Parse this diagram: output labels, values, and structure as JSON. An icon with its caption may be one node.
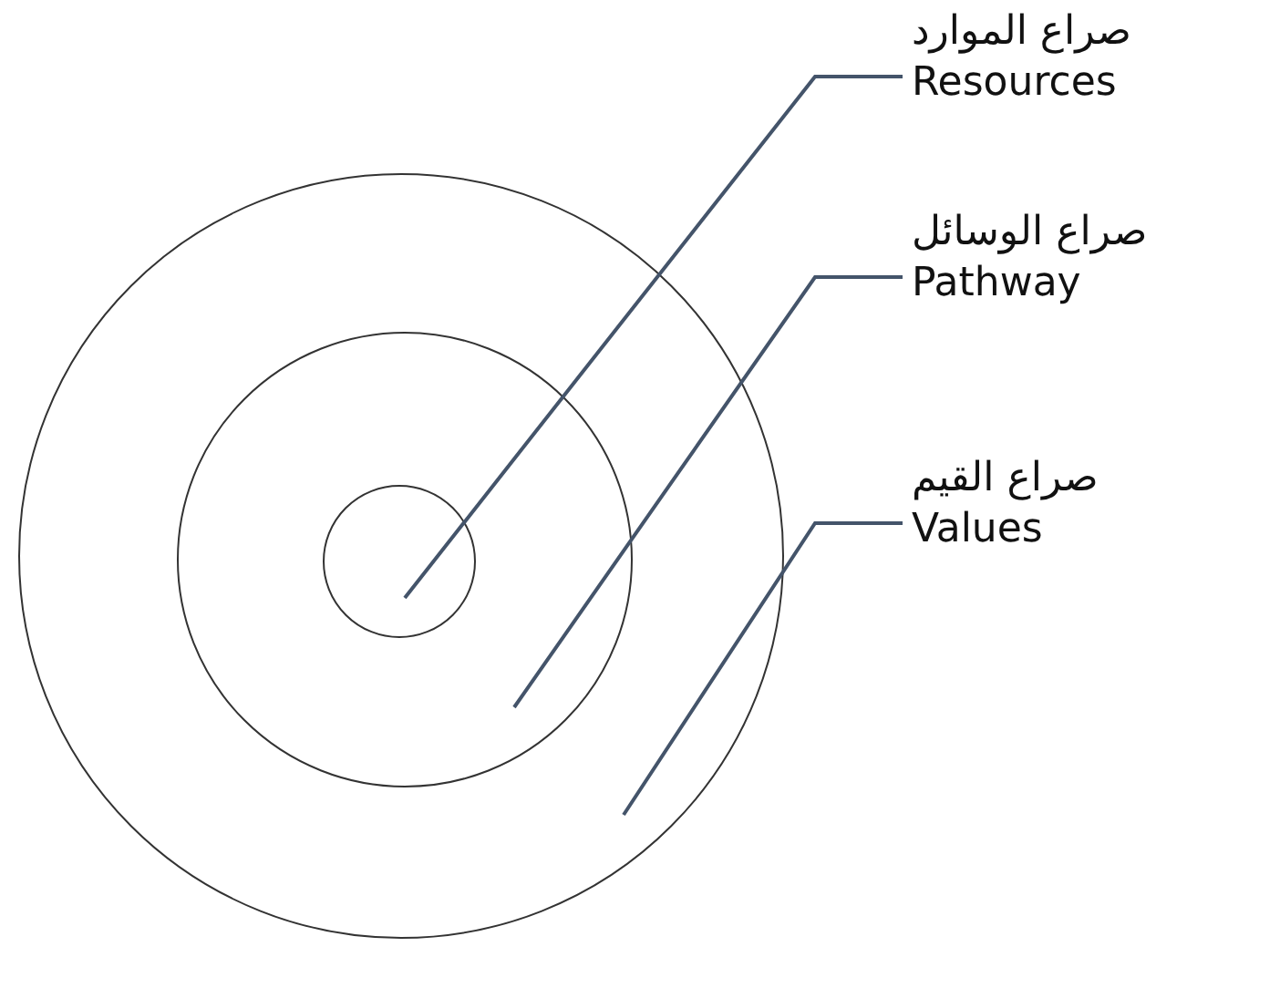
{
  "diagram": {
    "nodes": [
      {
        "text": [],
        "shape": "circle"
      },
      {
        "text": [],
        "shape": "circle",
        "in": 0
      },
      {
        "text": [],
        "shape": "circle",
        "in": 1
      },
      {
        "text": [
          "صراع الموارد",
          "Resources"
        ]
      },
      {
        "text": [
          "صراع الوسائل",
          "Pathway"
        ]
      },
      {
        "text": [
          "صراع القيم",
          "Values"
        ]
      }
    ],
    "edges": [
      {
        "from": 3,
        "to": 2,
        "arrow": "none"
      },
      {
        "from": 4,
        "to": 1,
        "arrow": "none"
      },
      {
        "from": 5,
        "to": 0,
        "arrow": "none"
      }
    ]
  }
}
